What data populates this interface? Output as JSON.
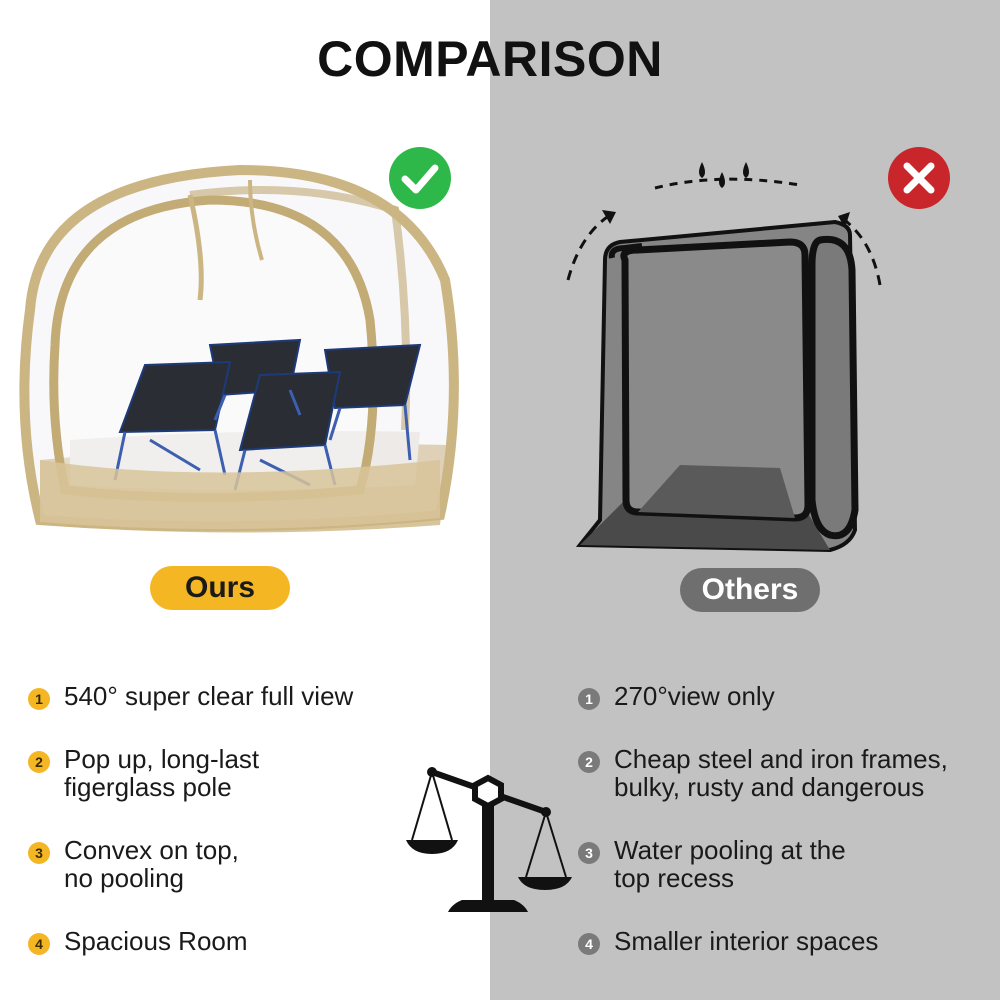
{
  "title": "COMPARISON",
  "ours": {
    "badge": "Ours",
    "status_icon": "check-circle-icon",
    "accent": "#f5b624",
    "features": [
      {
        "num": "1",
        "text": "540° super clear full view"
      },
      {
        "num": "2",
        "text": "Pop up, long-last\nfigerglass pole"
      },
      {
        "num": "3",
        "text": "Convex on top,\nno pooling"
      },
      {
        "num": "4",
        "text": "Spacious Room"
      }
    ]
  },
  "others": {
    "badge": "Others",
    "status_icon": "x-circle-icon",
    "accent": "#6f6f6f",
    "features": [
      {
        "num": "1",
        "text": "270°view only"
      },
      {
        "num": "2",
        "text": "Cheap steel and iron frames,\nbulky, rusty and dangerous"
      },
      {
        "num": "3",
        "text": "Water pooling at the\ntop recess"
      },
      {
        "num": "4",
        "text": "Smaller interior spaces"
      }
    ]
  },
  "colors": {
    "check_green": "#2fb84a",
    "x_red": "#c8262b",
    "panel_gray": "#c2c2c2"
  },
  "center_icon": "balance-scale-icon"
}
